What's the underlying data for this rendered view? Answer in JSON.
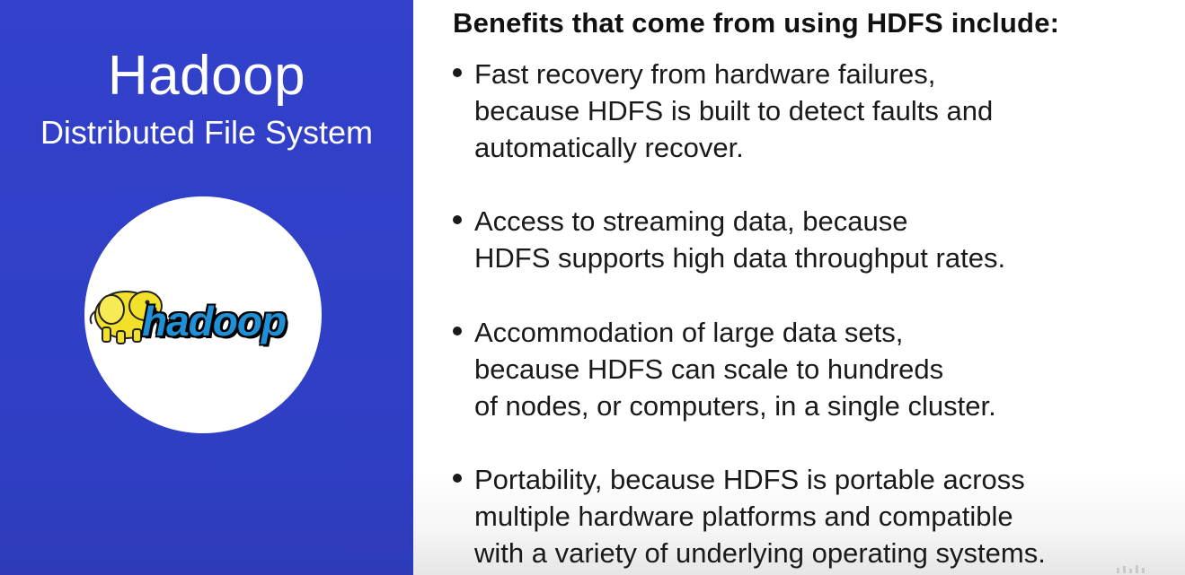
{
  "left": {
    "title": "Hadoop",
    "subtitle": "Distributed File System",
    "logo_text": "hadoop",
    "logo_icon": "hadoop-elephant-icon",
    "background_color": "#3242c6"
  },
  "right": {
    "heading": "Benefits that come from using HDFS include:",
    "bullets": [
      {
        "lines": [
          "Fast recovery from hardware failures,",
          "because HDFS is built to detect faults and",
          "automatically recover."
        ]
      },
      {
        "lines": [
          "Access to streaming data, because",
          "HDFS supports high data throughput rates."
        ]
      },
      {
        "lines": [
          "Accommodation of large data sets,",
          "because HDFS can scale to hundreds",
          "of nodes, or computers, in a single cluster."
        ]
      },
      {
        "lines": [
          "Portability, because HDFS is portable across",
          "multiple hardware platforms and compatible",
          "with a variety of underlying operating systems."
        ]
      }
    ]
  }
}
